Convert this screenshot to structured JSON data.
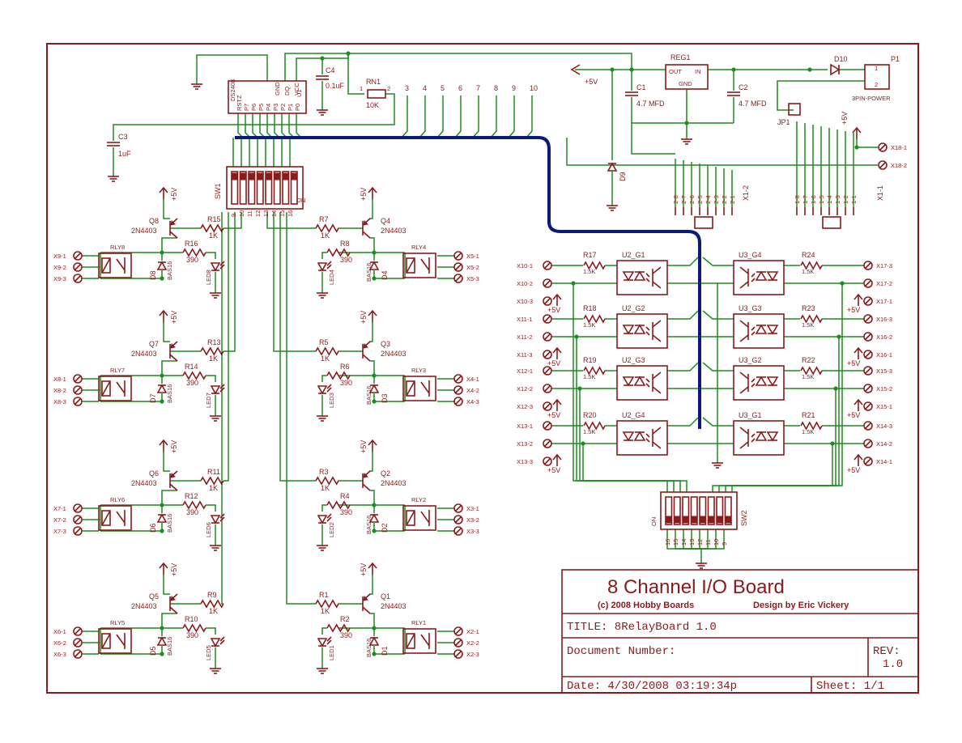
{
  "title_block": {
    "title": "8 Channel I/O Board",
    "copyright": "(c) 2008 Hobby Boards",
    "designer": "Design by Eric Vickery",
    "title_field": "TITLE:  8RelayBoard 1.0",
    "document_number": "Document Number:",
    "rev_label": "REV:",
    "rev_value": "1.0",
    "date": "Date:  4/30/2008 03:19:34p",
    "sheet": "Sheet: 1/1"
  },
  "top": {
    "u1_label": "U1",
    "u1_part": "DS2408",
    "u1_pins": [
      "RSTZ",
      "P7",
      "P6",
      "P5",
      "P4",
      "P3",
      "P2",
      "P1",
      "P0",
      "GND",
      "DQ",
      "VCC"
    ],
    "c4": "C4",
    "c4_val": "0.1uF",
    "rn1": "RN1",
    "rn1_val": "10K",
    "rn1_pin1": "1",
    "rn1_pin2": "2",
    "rn1_pins": [
      "3",
      "4",
      "5",
      "6",
      "7",
      "8",
      "9",
      "10"
    ],
    "c3": "C3",
    "c3_val": "1uF",
    "reg1": "REG1",
    "reg_out": "OUT",
    "reg_in": "IN",
    "reg_gnd": "GND",
    "c1": "C1",
    "c1_val": "4.7 MFD",
    "c2": "C2",
    "c2_val": "4.7 MFD",
    "d10": "D10",
    "d9": "D9",
    "p1": "P1",
    "p1_name": "3PIN-POWER",
    "p1_pins": [
      "1",
      "2"
    ],
    "jp1": "JP1",
    "vcc": "+5V",
    "x18_1": "X18-1",
    "x18_2": "X18-2",
    "x1_2": "X1-2",
    "x1_1": "X1-1",
    "x12_pins": [
      "2-8",
      "2-7",
      "2-6",
      "2-5",
      "2-4",
      "2-3",
      "2-2",
      "2-1"
    ],
    "x11_pins": [
      "1-8",
      "1-7",
      "1-6",
      "1-5",
      "1-4",
      "1-3",
      "1-2",
      "1-1"
    ]
  },
  "sw1": {
    "name": "SW1",
    "on": "ON",
    "pins": [
      "9",
      "10",
      "11",
      "12",
      "13",
      "14",
      "15",
      "16"
    ]
  },
  "sw2": {
    "name": "SW2",
    "on": "ON",
    "pins": [
      "16",
      "15",
      "14",
      "13",
      "12",
      "11",
      "10",
      "9"
    ]
  },
  "left_channels": [
    {
      "q": "Q8",
      "q_part": "2N4403",
      "rb": "R15",
      "rb_val": "1K",
      "rl": "R16",
      "rl_val": "390",
      "d": "D8",
      "d_part": "BAS16",
      "led": "LED8",
      "rly": "RLY8",
      "x": [
        "X9-1",
        "X9-2",
        "X9-3"
      ],
      "vcc": "+5V"
    },
    {
      "q": "Q7",
      "q_part": "2N4403",
      "rb": "R13",
      "rb_val": "1K",
      "rl": "R14",
      "rl_val": "390",
      "d": "D7",
      "d_part": "BAS16",
      "led": "LED7",
      "rly": "RLY7",
      "x": [
        "X8-1",
        "X8-2",
        "X8-3"
      ],
      "vcc": "+5V"
    },
    {
      "q": "Q6",
      "q_part": "2N4403",
      "rb": "R11",
      "rb_val": "1K",
      "rl": "R12",
      "rl_val": "390",
      "d": "D6",
      "d_part": "BAS16",
      "led": "LED6",
      "rly": "RLY6",
      "x": [
        "X7-1",
        "X7-2",
        "X7-3"
      ],
      "vcc": "+5V"
    },
    {
      "q": "Q5",
      "q_part": "2N4403",
      "rb": "R9",
      "rb_val": "1K",
      "rl": "R10",
      "rl_val": "390",
      "d": "D5",
      "d_part": "BAS16",
      "led": "LED5",
      "rly": "RLY5",
      "x": [
        "X6-1",
        "X6-2",
        "X6-3"
      ],
      "vcc": "+5V"
    }
  ],
  "right_channels": [
    {
      "q": "Q4",
      "q_part": "2N4403",
      "rb": "R7",
      "rb_val": "1K",
      "rl": "R8",
      "rl_val": "390",
      "d": "D4",
      "d_part": "BAS16",
      "led": "LED4",
      "rly": "RLY4",
      "x": [
        "X5-1",
        "X5-2",
        "X5-3"
      ],
      "vcc": "+5V"
    },
    {
      "q": "Q3",
      "q_part": "2N4403",
      "rb": "R5",
      "rb_val": "1K",
      "rl": "R6",
      "rl_val": "390",
      "d": "D3",
      "d_part": "BAS16",
      "led": "LED3",
      "rly": "RLY3",
      "x": [
        "X4-1",
        "X4-2",
        "X4-3"
      ],
      "vcc": "+5V"
    },
    {
      "q": "Q2",
      "q_part": "2N4403",
      "rb": "R3",
      "rb_val": "1K",
      "rl": "R4",
      "rl_val": "390",
      "d": "D2",
      "d_part": "BAS16",
      "led": "LED2",
      "rly": "RLY2",
      "x": [
        "X3-1",
        "X3-2",
        "X3-3"
      ],
      "vcc": "+5V"
    },
    {
      "q": "Q1",
      "q_part": "2N4403",
      "rb": "R1",
      "rb_val": "1K",
      "rl": "R2",
      "rl_val": "390",
      "d": "D1",
      "d_part": "BAS16",
      "led": "LED1",
      "rly": "RLY1",
      "x": [
        "X2-1",
        "X2-2",
        "X2-3"
      ],
      "vcc": "+5V"
    }
  ],
  "opto_left": [
    {
      "u": "U2_G1",
      "r": "R17",
      "r_val": "1.5K",
      "x": [
        "X10-1",
        "X10-2",
        "X10-3"
      ],
      "vcc": "+5V"
    },
    {
      "u": "U2_G2",
      "r": "R18",
      "r_val": "1.5K",
      "x": [
        "X11-1",
        "X11-2",
        "X11-3"
      ],
      "vcc": "+5V"
    },
    {
      "u": "U2_G3",
      "r": "R19",
      "r_val": "1.5K",
      "x": [
        "X12-1",
        "X12-2",
        "X12-3"
      ],
      "vcc": "+5V"
    },
    {
      "u": "U2_G4",
      "r": "R20",
      "r_val": "1.5K",
      "x": [
        "X13-1",
        "X13-2",
        "X13-3"
      ],
      "vcc": "+5V"
    }
  ],
  "opto_right": [
    {
      "u": "U3_G4",
      "r": "R24",
      "r_val": "1.5K",
      "x": [
        "X17-3",
        "X17-2",
        "X17-1"
      ],
      "vcc": "+5V"
    },
    {
      "u": "U3_G3",
      "r": "R23",
      "r_val": "1.5K",
      "x": [
        "X16-3",
        "X16-2",
        "X16-1"
      ],
      "vcc": "+5V"
    },
    {
      "u": "U3_G2",
      "r": "R22",
      "r_val": "1.5K",
      "x": [
        "X15-3",
        "X15-2",
        "X15-1"
      ],
      "vcc": "+5V"
    },
    {
      "u": "U3_G1",
      "r": "R21",
      "r_val": "1.5K",
      "x": [
        "X14-3",
        "X14-2",
        "X14-1"
      ],
      "vcc": "+5V"
    }
  ]
}
